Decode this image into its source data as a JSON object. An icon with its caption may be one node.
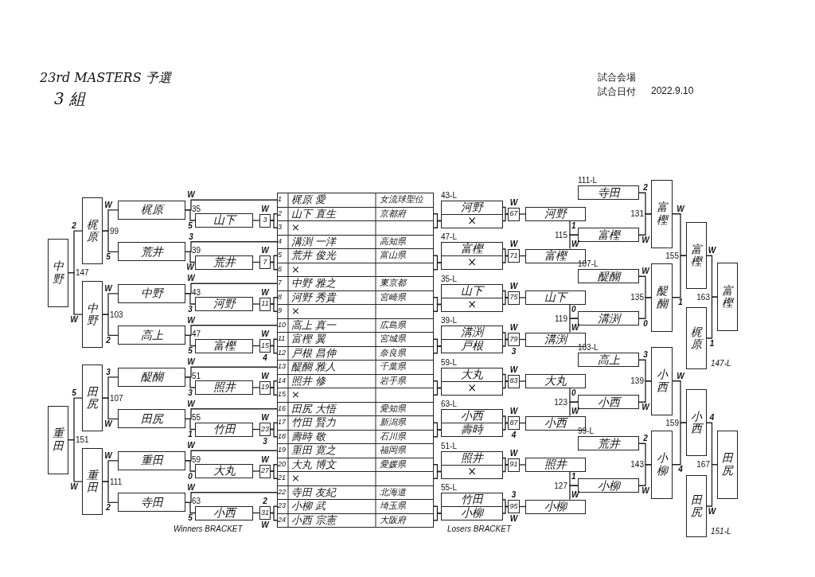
{
  "diagram": {
    "title": "23rd MASTERS 予選",
    "nodes": [
      {
        "text": [
          "1",
          "梶原 愛",
          "女流球聖位"
        ]
      },
      {
        "text": [
          "2",
          "山下 直生",
          "京都府"
        ]
      },
      {
        "text": [
          "3",
          "×"
        ]
      },
      {
        "text": [
          "4",
          "溝渕 一洋",
          "高知県"
        ]
      },
      {
        "text": [
          "5",
          "荒井 俊光",
          "富山県"
        ]
      },
      {
        "text": [
          "6",
          "×"
        ]
      },
      {
        "text": [
          "7",
          "中野 雅之",
          "東京都"
        ]
      },
      {
        "text": [
          "8",
          "河野 秀貴",
          "宮崎県"
        ]
      },
      {
        "text": [
          "9",
          "×"
        ]
      },
      {
        "text": [
          "10",
          "高上 真一",
          "広島県"
        ]
      },
      {
        "text": [
          "11",
          "富樫 翼",
          "宮城県"
        ]
      },
      {
        "text": [
          "12",
          "戸根 昌伸",
          "奈良県"
        ]
      },
      {
        "text": [
          "13",
          "醍醐 雅人",
          "千葉県"
        ]
      },
      {
        "text": [
          "14",
          "照井 修",
          "岩手県"
        ]
      },
      {
        "text": [
          "15",
          "×"
        ]
      },
      {
        "text": [
          "16",
          "田尻 大悟",
          "愛知県"
        ]
      },
      {
        "text": [
          "17",
          "竹田 賢力",
          "新潟県"
        ]
      },
      {
        "text": [
          "18",
          "壽時 敬",
          "石川県"
        ]
      },
      {
        "text": [
          "19",
          "重田 寛之",
          "福岡県"
        ]
      },
      {
        "text": [
          "20",
          "大丸 博文",
          "愛媛県"
        ]
      },
      {
        "text": [
          "21",
          "×"
        ]
      },
      {
        "text": [
          "22",
          "寺田 友紀",
          "北海道"
        ]
      },
      {
        "text": [
          "23",
          "小柳 武",
          "埼玉県"
        ]
      },
      {
        "text": [
          "24",
          "小西 宗憲",
          "大阪府"
        ]
      },
      {
        "text": [
          "3"
        ]
      },
      {
        "text": [
          "7"
        ]
      },
      {
        "text": [
          "11"
        ]
      },
      {
        "text": [
          "15"
        ]
      },
      {
        "text": [
          "19"
        ]
      },
      {
        "text": [
          "23"
        ]
      },
      {
        "text": [
          "27"
        ]
      },
      {
        "text": [
          "31"
        ]
      },
      {
        "text": [
          "山下"
        ]
      },
      {
        "text": [
          "荒井"
        ]
      },
      {
        "text": [
          "河野"
        ]
      },
      {
        "text": [
          "富樫"
        ]
      },
      {
        "text": [
          "照井"
        ]
      },
      {
        "text": [
          "竹田"
        ]
      },
      {
        "text": [
          "大丸"
        ]
      },
      {
        "text": [
          "小西"
        ]
      },
      {
        "text": [
          "梶原"
        ]
      },
      {
        "text": [
          "荒井"
        ]
      },
      {
        "text": [
          "中野"
        ]
      },
      {
        "text": [
          "高上"
        ]
      },
      {
        "text": [
          "醍醐"
        ]
      },
      {
        "text": [
          "田尻"
        ]
      },
      {
        "text": [
          "重田"
        ]
      },
      {
        "text": [
          "寺田"
        ]
      },
      {
        "text": [
          "梶原"
        ],
        "beside": [
          "99"
        ]
      },
      {
        "text": [
          "中野"
        ],
        "beside": [
          "103"
        ]
      },
      {
        "text": [
          "田尻"
        ],
        "beside": [
          "107"
        ]
      },
      {
        "text": [
          "重田"
        ],
        "beside": [
          "111"
        ]
      },
      {
        "text": [
          "中野"
        ],
        "beside": [
          "147"
        ]
      },
      {
        "text": [
          "重田"
        ],
        "beside": [
          "151"
        ]
      },
      {
        "text": [
          "河野"
        ],
        "beside": [
          "43-L"
        ]
      },
      {
        "text": [
          "×"
        ]
      },
      {
        "text": [
          "富樫"
        ],
        "beside": [
          "47-L"
        ]
      },
      {
        "text": [
          "×"
        ]
      },
      {
        "text": [
          "山下"
        ],
        "beside": [
          "35-L"
        ]
      },
      {
        "text": [
          "×"
        ]
      },
      {
        "text": [
          "溝渕"
        ],
        "beside": [
          "39-L"
        ]
      },
      {
        "text": [
          "戸根"
        ]
      },
      {
        "text": [
          "大丸"
        ],
        "beside": [
          "59-L"
        ]
      },
      {
        "text": [
          "×"
        ]
      },
      {
        "text": [
          "小西"
        ],
        "beside": [
          "63-L"
        ]
      },
      {
        "text": [
          "壽時"
        ]
      },
      {
        "text": [
          "照井"
        ],
        "beside": [
          "51-L"
        ]
      },
      {
        "text": [
          "×"
        ]
      },
      {
        "text": [
          "竹田"
        ],
        "beside": [
          "55-L"
        ]
      },
      {
        "text": [
          "小柳"
        ]
      },
      {
        "text": [
          "67"
        ]
      },
      {
        "text": [
          "71"
        ]
      },
      {
        "text": [
          "75"
        ]
      },
      {
        "text": [
          "79"
        ]
      },
      {
        "text": [
          "83"
        ]
      },
      {
        "text": [
          "87"
        ]
      },
      {
        "text": [
          "91"
        ]
      },
      {
        "text": [
          "95"
        ]
      },
      {
        "text": [
          "河野"
        ]
      },
      {
        "text": [
          "富樫"
        ]
      },
      {
        "text": [
          "山下"
        ]
      },
      {
        "text": [
          "溝渕"
        ]
      },
      {
        "text": [
          "大丸"
        ]
      },
      {
        "text": [
          "小西"
        ]
      },
      {
        "text": [
          "照井"
        ]
      },
      {
        "text": [
          "小柳"
        ]
      },
      {
        "text": [
          "寺田"
        ],
        "beside": [
          "111-L"
        ]
      },
      {
        "text": [
          "富樫"
        ],
        "beside": [
          "115"
        ]
      },
      {
        "text": [
          "醍醐"
        ],
        "beside": [
          "107-L"
        ]
      },
      {
        "text": [
          "溝渕"
        ],
        "beside": [
          "119"
        ]
      },
      {
        "text": [
          "高上"
        ],
        "beside": [
          "103-L"
        ]
      },
      {
        "text": [
          "小西"
        ],
        "beside": [
          "123"
        ]
      },
      {
        "text": [
          "荒井"
        ],
        "beside": [
          "99-L"
        ]
      },
      {
        "text": [
          "小柳"
        ],
        "beside": [
          "127"
        ]
      },
      {
        "text": [
          "富樫"
        ],
        "beside": [
          "131"
        ]
      },
      {
        "text": [
          "醍醐"
        ],
        "beside": [
          "135"
        ]
      },
      {
        "text": [
          "小西"
        ],
        "beside": [
          "139"
        ]
      },
      {
        "text": [
          "小柳"
        ],
        "beside": [
          "143"
        ]
      },
      {
        "text": [
          "富樫"
        ],
        "beside": [
          "155"
        ]
      },
      {
        "text": [
          "梶原"
        ],
        "beside": [
          "147-L"
        ]
      },
      {
        "text": [
          "富樫"
        ],
        "beside": [
          "163"
        ]
      },
      {
        "text": [
          "小西"
        ],
        "beside": [
          "159"
        ]
      },
      {
        "text": [
          "田尻"
        ],
        "beside": [
          "151-L"
        ]
      },
      {
        "text": [
          "田尻"
        ],
        "beside": [
          "167"
        ]
      }
    ],
    "edges": [
      {
        "from": 1,
        "to": 24,
        "arrow": "none",
        "label": "W"
      },
      {
        "from": 2,
        "to": 24,
        "arrow": "none"
      },
      {
        "from": 24,
        "to": 32,
        "arrow": "none"
      },
      {
        "from": 0,
        "to": 40,
        "arrow": "none",
        "label": "W"
      },
      {
        "from": 32,
        "to": 40,
        "arrow": "none",
        "label": "5"
      },
      {
        "from": 4,
        "to": 25,
        "arrow": "none",
        "label": "W"
      },
      {
        "from": 5,
        "to": 25,
        "arrow": "none"
      },
      {
        "from": 25,
        "to": 33,
        "arrow": "none"
      },
      {
        "from": 3,
        "to": 41,
        "arrow": "none",
        "label": "3"
      },
      {
        "from": 33,
        "to": 41,
        "arrow": "none",
        "label": "W"
      },
      {
        "from": 7,
        "to": 26,
        "arrow": "none",
        "label": "W"
      },
      {
        "from": 8,
        "to": 26,
        "arrow": "none"
      },
      {
        "from": 26,
        "to": 34,
        "arrow": "none"
      },
      {
        "from": 6,
        "to": 42,
        "arrow": "none",
        "label": "W"
      },
      {
        "from": 34,
        "to": 42,
        "arrow": "none",
        "label": "3"
      },
      {
        "from": 10,
        "to": 27,
        "arrow": "none",
        "label": "W"
      },
      {
        "from": 11,
        "to": 27,
        "arrow": "none",
        "label": "4"
      },
      {
        "from": 27,
        "to": 35,
        "arrow": "none"
      },
      {
        "from": 9,
        "to": 43,
        "arrow": "none",
        "label": "W"
      },
      {
        "from": 35,
        "to": 43,
        "arrow": "none",
        "label": "5"
      },
      {
        "from": 13,
        "to": 28,
        "arrow": "none",
        "label": "W"
      },
      {
        "from": 14,
        "to": 28,
        "arrow": "none"
      },
      {
        "from": 28,
        "to": 36,
        "arrow": "none"
      },
      {
        "from": 12,
        "to": 44,
        "arrow": "none",
        "label": "W"
      },
      {
        "from": 36,
        "to": 44,
        "arrow": "none",
        "label": "3"
      },
      {
        "from": 16,
        "to": 29,
        "arrow": "none",
        "label": "W"
      },
      {
        "from": 17,
        "to": 29,
        "arrow": "none",
        "label": "3"
      },
      {
        "from": 29,
        "to": 37,
        "arrow": "none"
      },
      {
        "from": 15,
        "to": 45,
        "arrow": "none",
        "label": "W"
      },
      {
        "from": 37,
        "to": 45,
        "arrow": "none",
        "label": "1"
      },
      {
        "from": 19,
        "to": 30,
        "arrow": "none",
        "label": "W"
      },
      {
        "from": 20,
        "to": 30,
        "arrow": "none"
      },
      {
        "from": 30,
        "to": 38,
        "arrow": "none"
      },
      {
        "from": 18,
        "to": 46,
        "arrow": "none",
        "label": "W"
      },
      {
        "from": 38,
        "to": 46,
        "arrow": "none",
        "label": "0"
      },
      {
        "from": 22,
        "to": 31,
        "arrow": "none",
        "label": "2"
      },
      {
        "from": 23,
        "to": 31,
        "arrow": "none",
        "label": "W"
      },
      {
        "from": 31,
        "to": 39,
        "arrow": "none"
      },
      {
        "from": 21,
        "to": 47,
        "arrow": "none",
        "label": "W"
      },
      {
        "from": 39,
        "to": 47,
        "arrow": "none",
        "label": "5"
      },
      {
        "from": 40,
        "to": 48,
        "arrow": "none",
        "label": "W"
      },
      {
        "from": 41,
        "to": 48,
        "arrow": "none",
        "label": "5"
      },
      {
        "from": 42,
        "to": 49,
        "arrow": "none",
        "label": "W"
      },
      {
        "from": 43,
        "to": 49,
        "arrow": "none",
        "label": "2"
      },
      {
        "from": 44,
        "to": 50,
        "arrow": "none",
        "label": "3"
      },
      {
        "from": 45,
        "to": 50,
        "arrow": "none",
        "label": "W"
      },
      {
        "from": 46,
        "to": 51,
        "arrow": "none",
        "label": "W"
      },
      {
        "from": 47,
        "to": 51,
        "arrow": "none",
        "label": "2"
      },
      {
        "from": 48,
        "to": 52,
        "arrow": "none",
        "label": "2"
      },
      {
        "from": 49,
        "to": 52,
        "arrow": "none",
        "label": "W"
      },
      {
        "from": 50,
        "to": 53,
        "arrow": "none",
        "label": "5"
      },
      {
        "from": 51,
        "to": 53,
        "arrow": "none",
        "label": "W"
      },
      {
        "from": 1,
        "to": 55,
        "arrow": "none"
      },
      {
        "from": 2,
        "to": 55,
        "arrow": "none"
      },
      {
        "from": 54,
        "to": 70,
        "arrow": "none",
        "label": "W"
      },
      {
        "from": 55,
        "to": 70,
        "arrow": "none"
      },
      {
        "from": 70,
        "to": 78,
        "arrow": "none"
      },
      {
        "from": 4,
        "to": 57,
        "arrow": "none"
      },
      {
        "from": 5,
        "to": 57,
        "arrow": "none"
      },
      {
        "from": 56,
        "to": 71,
        "arrow": "none",
        "label": "W"
      },
      {
        "from": 57,
        "to": 71,
        "arrow": "none"
      },
      {
        "from": 71,
        "to": 79,
        "arrow": "none"
      },
      {
        "from": 7,
        "to": 59,
        "arrow": "none"
      },
      {
        "from": 8,
        "to": 59,
        "arrow": "none"
      },
      {
        "from": 58,
        "to": 72,
        "arrow": "none",
        "label": "W"
      },
      {
        "from": 59,
        "to": 72,
        "arrow": "none"
      },
      {
        "from": 72,
        "to": 80,
        "arrow": "none"
      },
      {
        "from": 10,
        "to": 61,
        "arrow": "none"
      },
      {
        "from": 11,
        "to": 61,
        "arrow": "none"
      },
      {
        "from": 60,
        "to": 73,
        "arrow": "none",
        "label": "W"
      },
      {
        "from": 61,
        "to": 73,
        "arrow": "none",
        "label": "3"
      },
      {
        "from": 73,
        "to": 81,
        "arrow": "none"
      },
      {
        "from": 13,
        "to": 63,
        "arrow": "none"
      },
      {
        "from": 14,
        "to": 63,
        "arrow": "none"
      },
      {
        "from": 62,
        "to": 74,
        "arrow": "none",
        "label": "W"
      },
      {
        "from": 63,
        "to": 74,
        "arrow": "none"
      },
      {
        "from": 74,
        "to": 82,
        "arrow": "none"
      },
      {
        "from": 16,
        "to": 65,
        "arrow": "none"
      },
      {
        "from": 17,
        "to": 65,
        "arrow": "none"
      },
      {
        "from": 64,
        "to": 75,
        "arrow": "none",
        "label": "W"
      },
      {
        "from": 65,
        "to": 75,
        "arrow": "none",
        "label": "4"
      },
      {
        "from": 75,
        "to": 83,
        "arrow": "none"
      },
      {
        "from": 19,
        "to": 67,
        "arrow": "none"
      },
      {
        "from": 20,
        "to": 67,
        "arrow": "none"
      },
      {
        "from": 66,
        "to": 76,
        "arrow": "none",
        "label": "W"
      },
      {
        "from": 67,
        "to": 76,
        "arrow": "none"
      },
      {
        "from": 76,
        "to": 84,
        "arrow": "none"
      },
      {
        "from": 22,
        "to": 69,
        "arrow": "none"
      },
      {
        "from": 23,
        "to": 69,
        "arrow": "none"
      },
      {
        "from": 68,
        "to": 77,
        "arrow": "none",
        "label": "3"
      },
      {
        "from": 69,
        "to": 77,
        "arrow": "none",
        "label": "W"
      },
      {
        "from": 77,
        "to": 85,
        "arrow": "none"
      },
      {
        "from": 78,
        "to": 87,
        "arrow": "none",
        "label": "1"
      },
      {
        "from": 79,
        "to": 87,
        "arrow": "none",
        "label": "W"
      },
      {
        "from": 86,
        "to": 94,
        "arrow": "none",
        "label": "2"
      },
      {
        "from": 87,
        "to": 94,
        "arrow": "none",
        "label": "W"
      },
      {
        "from": 80,
        "to": 89,
        "arrow": "none",
        "label": "0"
      },
      {
        "from": 81,
        "to": 89,
        "arrow": "none",
        "label": "W"
      },
      {
        "from": 88,
        "to": 95,
        "arrow": "none",
        "label": "W"
      },
      {
        "from": 89,
        "to": 95,
        "arrow": "none",
        "label": "0"
      },
      {
        "from": 82,
        "to": 91,
        "arrow": "none",
        "label": "0"
      },
      {
        "from": 83,
        "to": 91,
        "arrow": "none",
        "label": "W"
      },
      {
        "from": 90,
        "to": 96,
        "arrow": "none",
        "label": "3"
      },
      {
        "from": 91,
        "to": 96,
        "arrow": "none",
        "label": "W"
      },
      {
        "from": 84,
        "to": 93,
        "arrow": "none",
        "label": "1"
      },
      {
        "from": 85,
        "to": 93,
        "arrow": "none",
        "label": "W"
      },
      {
        "from": 92,
        "to": 97,
        "arrow": "none",
        "label": "2"
      },
      {
        "from": 93,
        "to": 97,
        "arrow": "none",
        "label": "W"
      },
      {
        "from": 94,
        "to": 98,
        "arrow": "none",
        "label": "W"
      },
      {
        "from": 95,
        "to": 98,
        "arrow": "none",
        "label": "1"
      },
      {
        "from": 98,
        "to": 100,
        "arrow": "none",
        "label": "W"
      },
      {
        "from": 99,
        "to": 100,
        "arrow": "none",
        "label": "1"
      },
      {
        "from": 96,
        "to": 101,
        "arrow": "none",
        "label": "W"
      },
      {
        "from": 97,
        "to": 101,
        "arrow": "none",
        "label": "4"
      },
      {
        "from": 101,
        "to": 103,
        "arrow": "none",
        "label": "4"
      },
      {
        "from": 102,
        "to": 103,
        "arrow": "none",
        "label": "W"
      }
    ],
    "labels": [
      "3 組",
      "試合会場",
      "試合日付",
      "2022.9.10",
      "Winners BRACKET",
      "Losers BRACKET",
      "35",
      "39",
      "43",
      "47",
      "51",
      "55",
      "59",
      "63"
    ]
  }
}
